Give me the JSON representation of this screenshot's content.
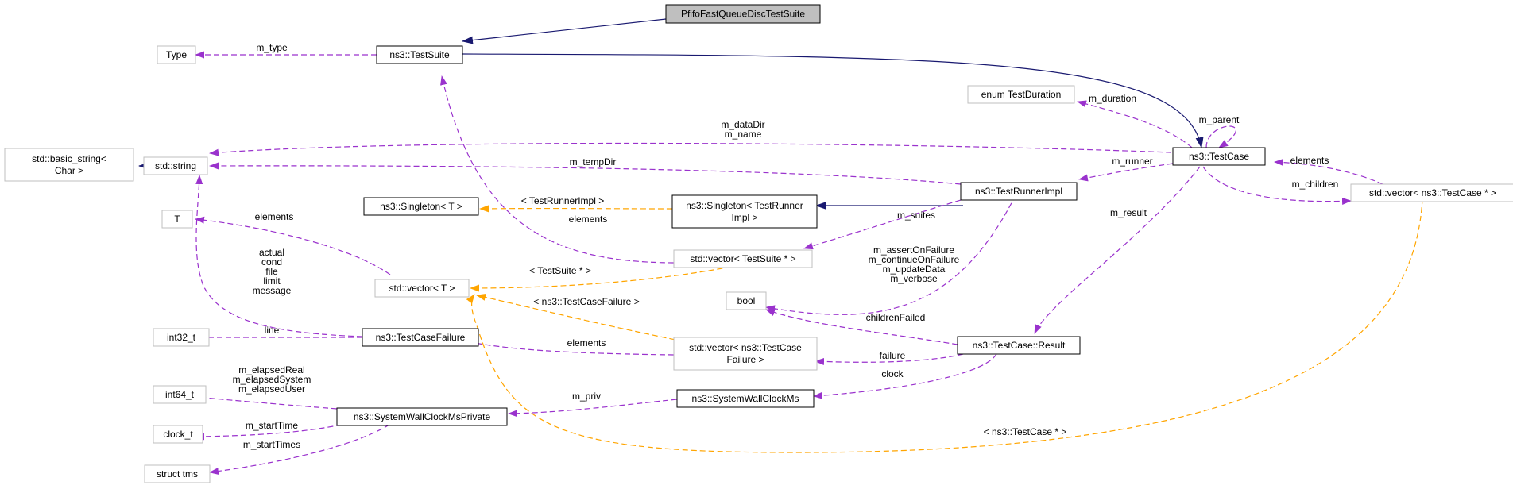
{
  "diagram": {
    "nodes": {
      "pfifo": {
        "lines": [
          "PfifoFastQueueDiscTestSuite"
        ]
      },
      "type": {
        "lines": [
          "Type"
        ]
      },
      "testsuite": {
        "lines": [
          "ns3::TestSuite"
        ]
      },
      "testduration": {
        "lines": [
          "enum TestDuration"
        ]
      },
      "basic_string": {
        "lines": [
          "std::basic_string<",
          "Char >"
        ]
      },
      "stdstring": {
        "lines": [
          "std::string"
        ]
      },
      "testcase": {
        "lines": [
          "ns3::TestCase"
        ]
      },
      "vec_testcase": {
        "lines": [
          "std::vector< ns3::TestCase * >"
        ]
      },
      "T": {
        "lines": [
          "T"
        ]
      },
      "singletonT": {
        "lines": [
          "ns3::Singleton< T >"
        ]
      },
      "singletonTRI": {
        "lines": [
          "ns3::Singleton< TestRunner",
          "Impl >"
        ]
      },
      "testrunnerimpl": {
        "lines": [
          "ns3::TestRunnerImpl"
        ]
      },
      "vec_testsuite": {
        "lines": [
          "std::vector< TestSuite * >"
        ]
      },
      "vecT": {
        "lines": [
          "std::vector< T >"
        ]
      },
      "bool": {
        "lines": [
          "bool"
        ]
      },
      "int32": {
        "lines": [
          "int32_t"
        ]
      },
      "tcfailure": {
        "lines": [
          "ns3::TestCaseFailure"
        ]
      },
      "vec_tcf": {
        "lines": [
          "std::vector< ns3::TestCase",
          "Failure >"
        ]
      },
      "tcresult": {
        "lines": [
          "ns3::TestCase::Result"
        ]
      },
      "int64": {
        "lines": [
          "int64_t"
        ]
      },
      "swcms": {
        "lines": [
          "ns3::SystemWallClockMs"
        ]
      },
      "clock": {
        "lines": [
          "clock_t"
        ]
      },
      "swcmsp": {
        "lines": [
          "ns3::SystemWallClockMsPrivate"
        ]
      },
      "tms": {
        "lines": [
          "struct tms"
        ]
      }
    },
    "edge_labels": {
      "m_type": [
        "m_type"
      ],
      "m_duration": [
        "m_duration"
      ],
      "m_parent": [
        "m_parent"
      ],
      "m_datadir": [
        "m_dataDir",
        "m_name"
      ],
      "m_tempdir": [
        "m_tempDir"
      ],
      "m_runner": [
        "m_runner"
      ],
      "tc_elements": [
        "elements"
      ],
      "m_children": [
        "m_children"
      ],
      "T_elements": [
        "elements"
      ],
      "tri_template": [
        "< TestRunnerImpl >"
      ],
      "vts_elements": [
        "elements"
      ],
      "m_suites": [
        "m_suites"
      ],
      "m_result": [
        "m_result"
      ],
      "ts_template": [
        "< TestSuite * >"
      ],
      "tri_bools": [
        "m_assertOnFailure",
        "m_continueOnFailure",
        "m_updateData",
        "m_verbose"
      ],
      "string_fields": [
        "actual",
        "cond",
        "file",
        "limit",
        "message"
      ],
      "tcf_template": [
        "< ns3::TestCaseFailure >"
      ],
      "children_failed": [
        "childrenFailed"
      ],
      "line": [
        "line"
      ],
      "tcf_elements": [
        "elements"
      ],
      "failure": [
        "failure"
      ],
      "clock": [
        "clock"
      ],
      "elapsed": [
        "m_elapsedReal",
        "m_elapsedSystem",
        "m_elapsedUser"
      ],
      "m_priv": [
        "m_priv"
      ],
      "m_starttime": [
        "m_startTime"
      ],
      "m_starttimes": [
        "m_startTimes"
      ],
      "tc_template": [
        "< ns3::TestCase * >"
      ]
    },
    "colors": {
      "inheritance": "#191970",
      "usage": "#9a32cd",
      "template": "#ffa500",
      "highlight_fill": "#bfbfbf",
      "node_border_strong": "#000000",
      "node_border_light": "#bfbfbf"
    }
  }
}
